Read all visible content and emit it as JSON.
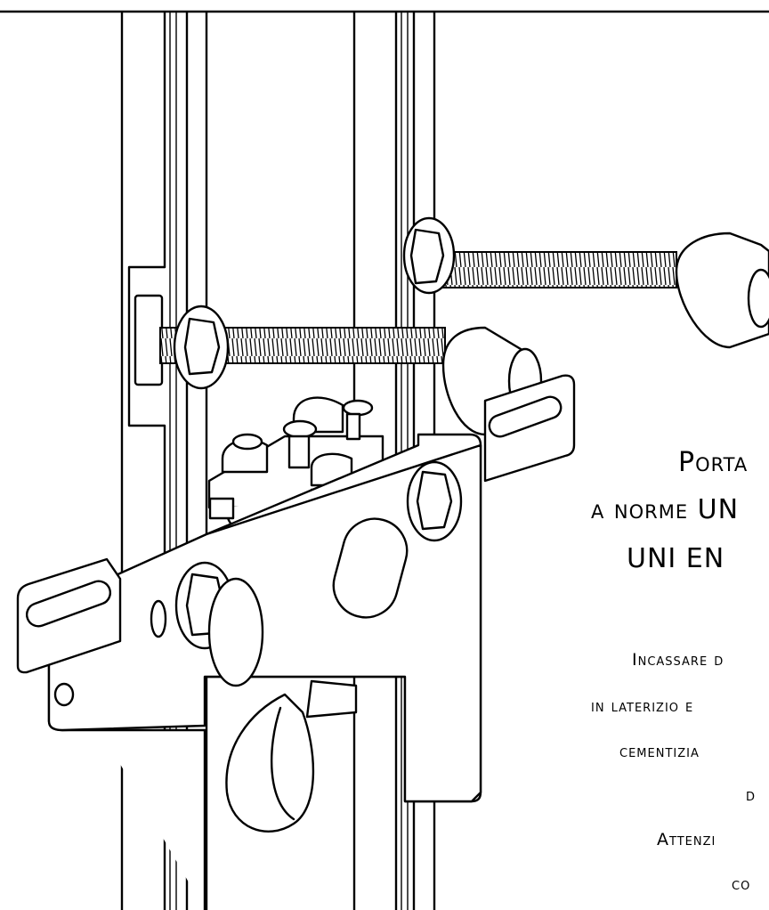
{
  "notes": {
    "title_lines": [
      "Porta",
      "a norme UN",
      "UNI EN"
    ],
    "body_lines": [
      "Incassare d",
      "in laterizio e",
      "cementizia",
      "d",
      "Attenzi",
      "co"
    ]
  },
  "screw_count": 2,
  "icons": [
    "expansion-anchor-icon",
    "hex-nut-icon",
    "pipe-clamp-icon",
    "u-bracket-icon"
  ]
}
